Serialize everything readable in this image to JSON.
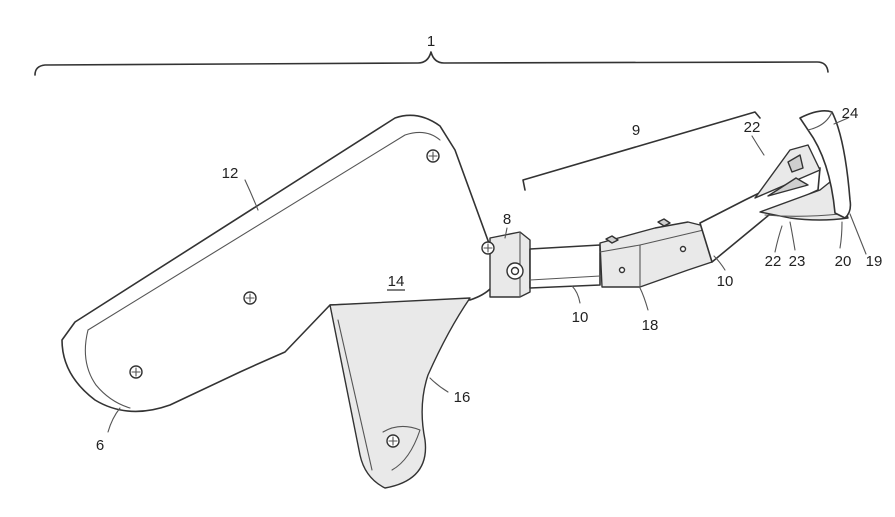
{
  "figure": {
    "labels": {
      "assembly": "1",
      "heel": "6",
      "joint": "8",
      "shaft_group": "9",
      "shaft_a": "10",
      "shaft_b": "10",
      "top_edge": "12",
      "side_face": "14",
      "trigger": "16",
      "collar": "18",
      "tip_edge": "19",
      "tip_body": "20",
      "fork_upper": "22",
      "fork_lower": "22",
      "fork_center": "23",
      "end_cap": "24"
    }
  }
}
